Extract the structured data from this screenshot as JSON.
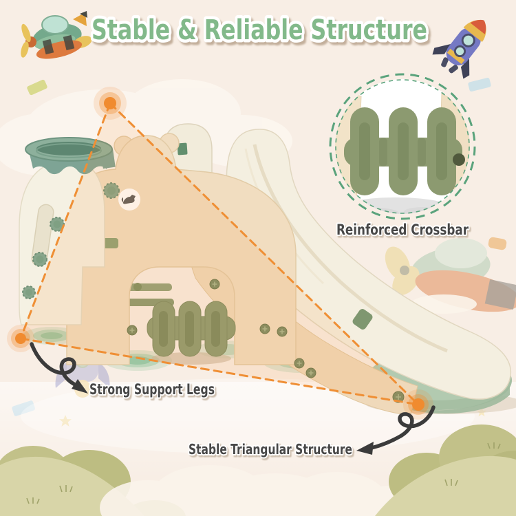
{
  "title": {
    "text": "Stable & Reliable Structure"
  },
  "callouts": {
    "crossbar": {
      "label": "Reinforced Crossbar"
    },
    "legs": {
      "label": "Strong Support Legs"
    },
    "triangle": {
      "label": "Stable Triangular Structure"
    }
  },
  "colors": {
    "background": "#f8eee5",
    "title_green": "#82b98a",
    "label_text": "#474747",
    "accent_orange": "#ef8f35",
    "detail_ring_green": "#5aa37c",
    "product_ivory": "#f4efe0",
    "product_beige": "#f1ddc0",
    "product_olive": "#8d9b72",
    "hoop_sage": "#8db09c",
    "base_green": "#a9c2a6",
    "hills_olive": "#d8d5a8",
    "arrow_dark": "#3b3b3b"
  },
  "icons": {
    "top_left": "toy-plane-icon",
    "top_right": "toy-rocket-icon",
    "legs_pointer": "curved-arrow-icon",
    "triangle_pointer": "curved-arrow-icon"
  }
}
